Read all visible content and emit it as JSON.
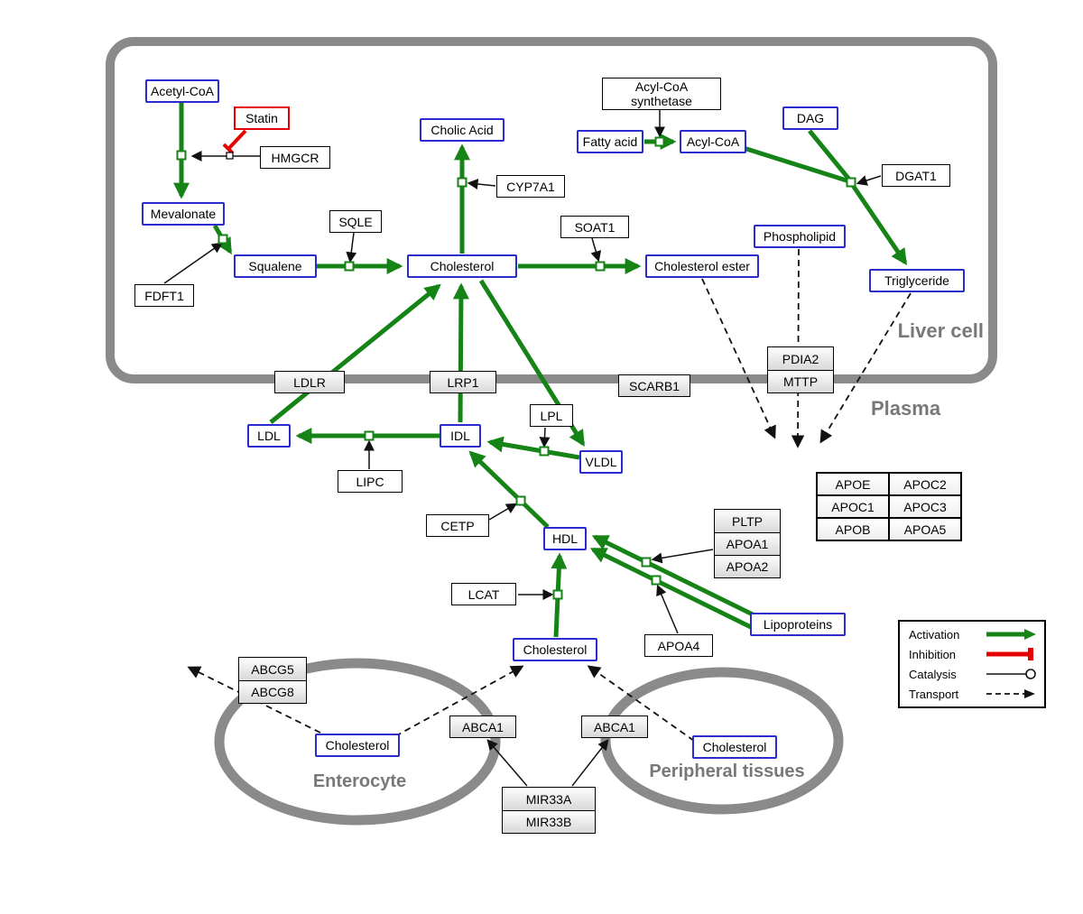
{
  "compartments": {
    "liver": "Liver cell",
    "plasma": "Plasma",
    "enterocyte": "Enterocyte",
    "peripheral": "Peripheral tissues"
  },
  "nodes": {
    "acetyl_coa": "Acetyl-CoA",
    "statin": "Statin",
    "hmgcr": "HMGCR",
    "mevalonate": "Mevalonate",
    "fdft1": "FDFT1",
    "squalene": "Squalene",
    "sqle": "SQLE",
    "cholic_acid": "Cholic Acid",
    "cyp7a1": "CYP7A1",
    "cholesterol_liver": "Cholesterol",
    "soat1": "SOAT1",
    "cholesterol_ester": "Cholesterol ester",
    "acyl_coa_synthetase_line1": "Acyl-CoA",
    "acyl_coa_synthetase_line2": "synthetase",
    "fatty_acid": "Fatty acid",
    "acyl_coa": "Acyl-CoA",
    "dag": "DAG",
    "dgat1": "DGAT1",
    "phospholipid": "Phospholipid",
    "triglyceride": "Triglyceride",
    "ldlr": "LDLR",
    "lrp1": "LRP1",
    "scarb1": "SCARB1",
    "pdia2": "PDIA2",
    "mttp": "MTTP",
    "ldl": "LDL",
    "lipc": "LIPC",
    "idl": "IDL",
    "lpl": "LPL",
    "vldl": "VLDL",
    "cetp": "CETP",
    "hdl": "HDL",
    "lcat": "LCAT",
    "pltp": "PLTP",
    "apoa1": "APOA1",
    "apoa2": "APOA2",
    "apoa4": "APOA4",
    "lipoproteins": "Lipoproteins",
    "apoe": "APOE",
    "apoc2": "APOC2",
    "apoc1": "APOC1",
    "apoc3": "APOC3",
    "apob": "APOB",
    "apoa5": "APOA5",
    "cholesterol_plasma": "Cholesterol",
    "abcg5": "ABCG5",
    "abcg8": "ABCG8",
    "cholesterol_enterocyte": "Cholesterol",
    "abca1_left": "ABCA1",
    "abca1_right": "ABCA1",
    "cholesterol_peripheral": "Cholesterol",
    "mir33a": "MIR33A",
    "mir33b": "MIR33B"
  },
  "legend": {
    "activation": "Activation",
    "inhibition": "Inhibition",
    "catalysis": "Catalysis",
    "transport": "Transport"
  },
  "colors": {
    "activation_green": "#168316",
    "inhibition_red": "#e60000",
    "metabolite_border_blue": "#2a2ace",
    "compartment_gray": "#8a8a8a"
  }
}
